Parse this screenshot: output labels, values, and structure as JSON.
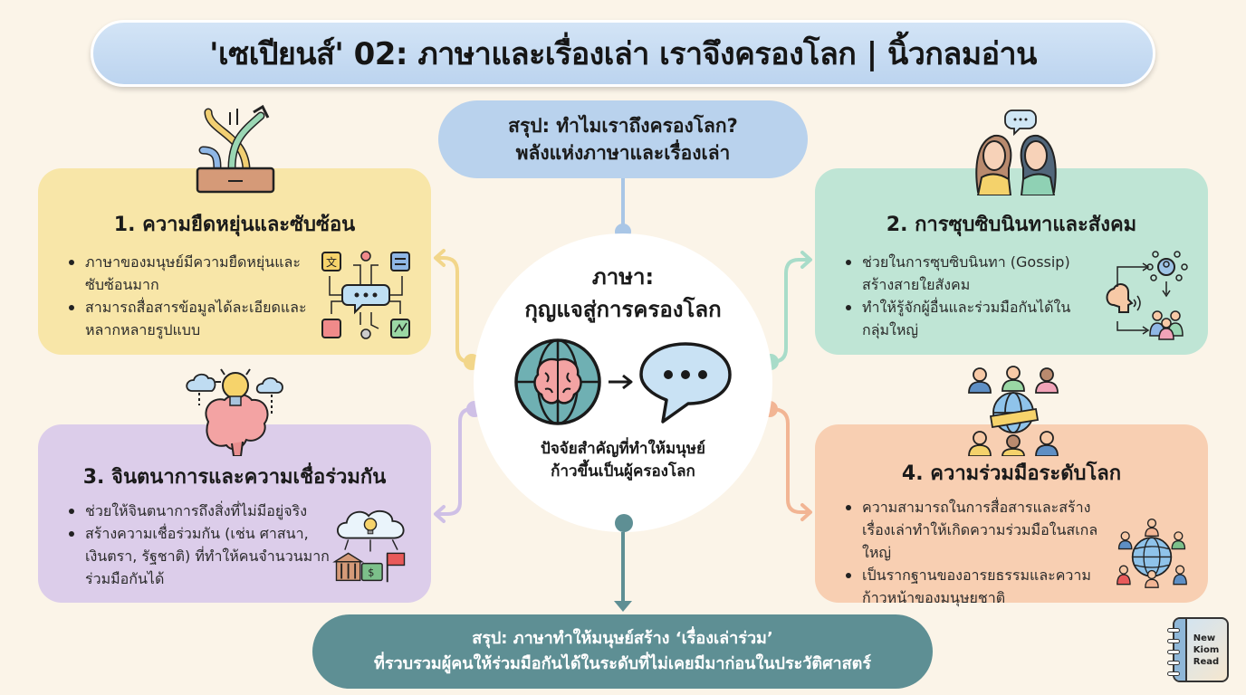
{
  "title": "'เซเปียนส์' 02: ภาษาและเรื่องเล่า เราจึงครองโลก | นิ้วกลมอ่าน",
  "top_summary": {
    "line1": "สรุป: ทำไมเราถึงครองโลก?",
    "line2": "พลังแห่งภาษาและเรื่องเล่า"
  },
  "center": {
    "title_line1": "ภาษา:",
    "title_line2": "กุญแจสู่การครองโลก",
    "icons": [
      "brain-globe-icon",
      "arrow-right-icon",
      "speech-bubble-icon"
    ],
    "sub_line1": "ปัจจัยสำคัญที่ทำให้มนุษย์",
    "sub_line2": "ก้าวขึ้นเป็นผู้ครองโลก"
  },
  "cards": [
    {
      "title": "1. ความยืดหยุ่นและซับซ้อน",
      "color": "#f8e6a8",
      "header_icon": "toolbox-arrows-icon",
      "side_icon": "communication-hub-icon",
      "bullets": [
        "ภาษาของมนุษย์มีความยืดหยุ่นและซับซ้อนมาก",
        "สามารถสื่อสารข้อมูลได้ละเอียดและหลากหลายรูปแบบ"
      ]
    },
    {
      "title": "2. การซุบซิบนินทาและสังคม",
      "color": "#bfe5d5",
      "header_icon": "two-women-gossip-icon",
      "side_icon": "social-network-icon",
      "bullets": [
        "ช่วยในการซุบซิบนินทา (Gossip) สร้างสายใยสังคม",
        "ทำให้รู้จักผู้อื่นและร่วมมือกันได้ในกลุ่มใหญ่"
      ]
    },
    {
      "title": "3. จินตนาการและความเชื่อร่วมกัน",
      "color": "#dccdea",
      "header_icon": "brain-lightbulb-icon",
      "side_icon": "cloud-institutions-icon",
      "bullets": [
        "ช่วยให้จินตนาการถึงสิ่งที่ไม่มีอยู่จริง",
        "สร้างความเชื่อร่วมกัน (เช่น ศาสนา, เงินตรา, รัฐชาติ) ที่ทำให้คนจำนวนมากร่วมมือกันได้"
      ]
    },
    {
      "title": "4. ความร่วมมือระดับโลก",
      "color": "#f8cfb2",
      "header_icon": "people-globe-banner-icon",
      "side_icon": "global-people-network-icon",
      "bullets": [
        "ความสามารถในการสื่อสารและสร้างเรื่องเล่าทำให้เกิดความร่วมมือในสเกลใหญ่",
        "เป็นรากฐานของอารยธรรมและความก้าวหน้าของมนุษยชาติ"
      ]
    }
  ],
  "bottom_summary": {
    "line1": "สรุป: ภาษาทำให้มนุษย์สร้าง ‘เรื่องเล่าร่วม’",
    "line2": "ที่รวบรวมผู้คนให้ร่วมมือกันได้ในระดับที่ไม่เคยมีมาก่อนในประวัติศาสตร์"
  },
  "logo": {
    "line1": "New",
    "line2": "Kiom",
    "line3": "Read"
  },
  "colors": {
    "background": "#fbf4e8",
    "title_banner": "#c8dcf3",
    "top_summary": "#b9d2ed",
    "bottom_summary": "#5e8f94",
    "connector_blue": "#a9c6e6",
    "connector_yellow": "#f2d68a",
    "connector_green": "#a8dcc9",
    "connector_purple": "#cfc0e6",
    "connector_orange": "#f2b594",
    "connector_teal": "#5e8f94"
  }
}
